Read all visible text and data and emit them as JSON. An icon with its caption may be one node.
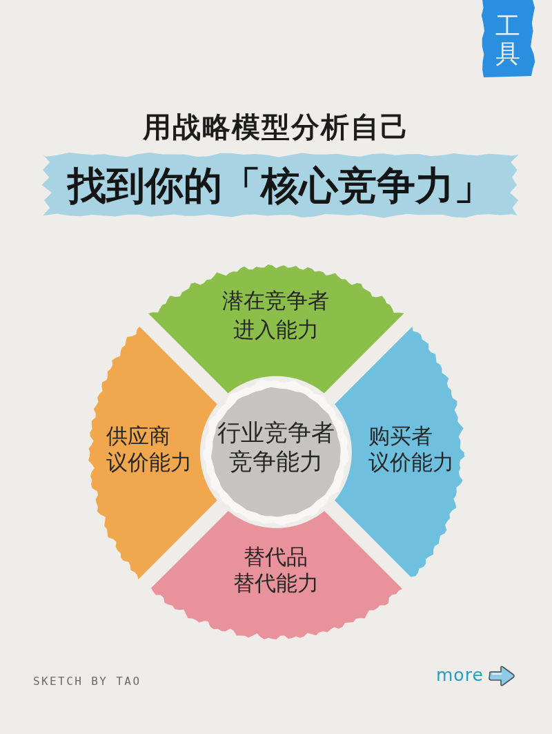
{
  "diagram": {
    "title": "找到你的「核心竞争力」",
    "nodes": [
      {
        "text": [
          "工具"
        ]
      },
      {
        "text": [
          "潜在竞争者",
          "进入能力"
        ]
      },
      {
        "text": [
          "供应商",
          "议价能力"
        ]
      },
      {
        "text": [
          "行业竞争者",
          "竞争能力"
        ]
      },
      {
        "text": [
          "购买者",
          "议价能力"
        ]
      },
      {
        "text": [
          "替代品",
          "替代能力"
        ]
      }
    ],
    "labels": [
      "用战略模型分析自己",
      "SKETCH BY TAO",
      "more"
    ]
  }
}
